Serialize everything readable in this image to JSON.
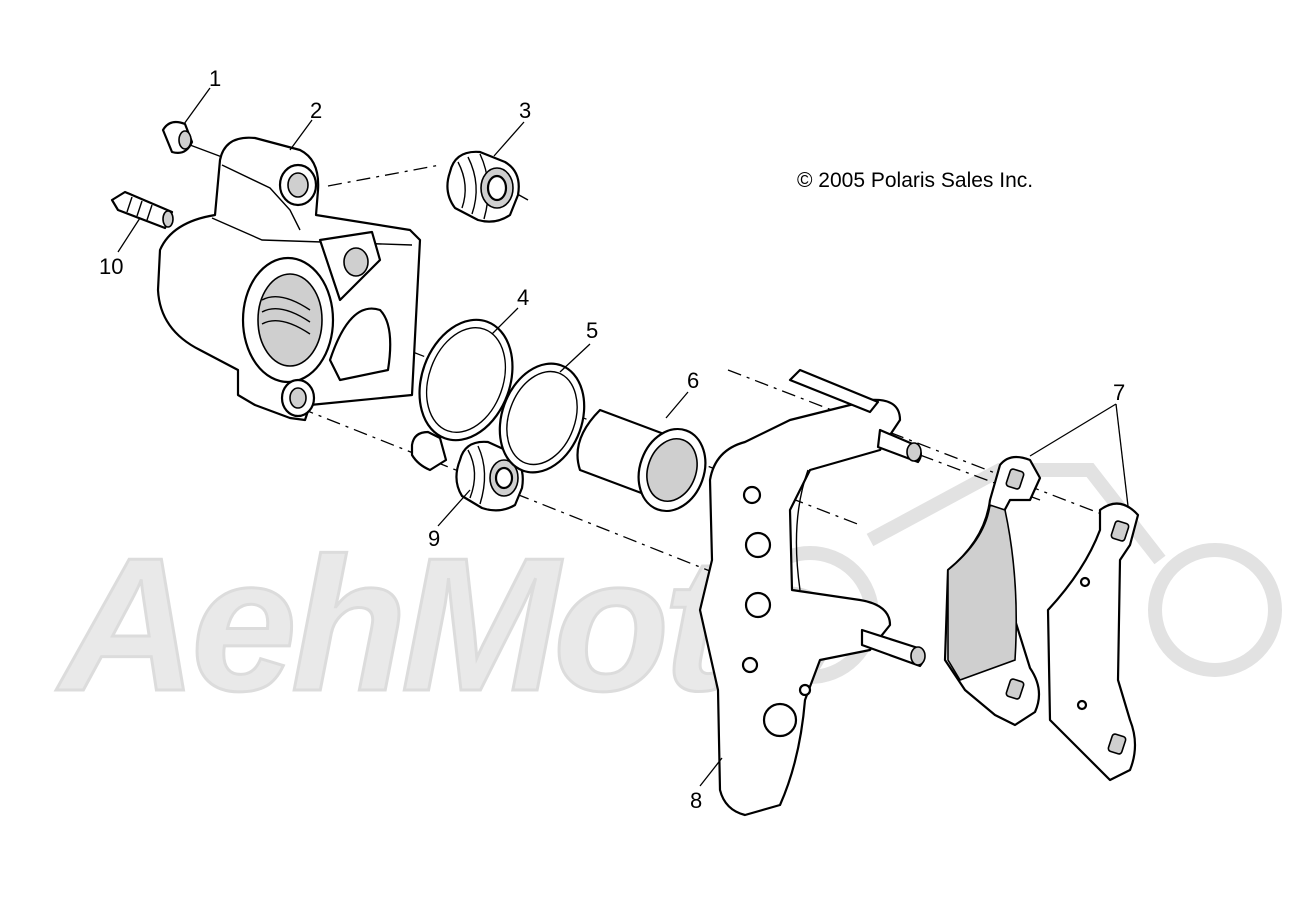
{
  "diagram": {
    "copyright": "© 2005 Polaris Sales Inc.",
    "watermark": "AehMoto",
    "callouts": [
      "1",
      "2",
      "3",
      "4",
      "5",
      "6",
      "7",
      "8",
      "9",
      "10"
    ]
  },
  "colors": {
    "line": "#000000",
    "background": "#ffffff",
    "watermark": "#e9e9e9"
  }
}
